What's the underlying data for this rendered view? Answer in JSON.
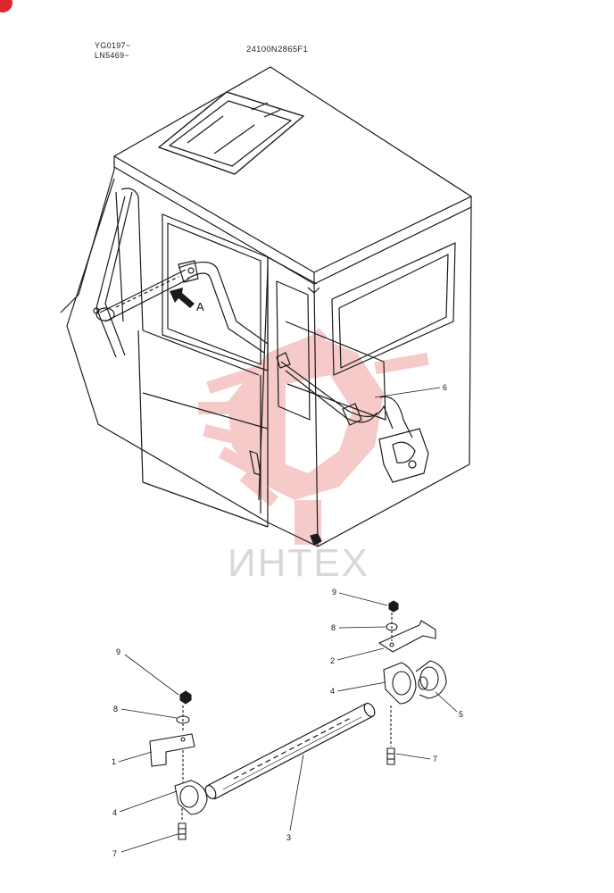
{
  "header": {
    "serial_line_1": "YG0197~",
    "serial_line_2": "LN5469~",
    "drawing_number": "24100N2865F1"
  },
  "view_label": "A",
  "watermark": {
    "text": "ИНТЕХ",
    "color": "#f2a0a0"
  },
  "parts": {
    "p1": "1",
    "p2": "2",
    "p3": "3",
    "p4a": "4",
    "p4b": "4",
    "p5": "5",
    "p6": "6",
    "p7a": "7",
    "p7b": "7",
    "p8a": "8",
    "p8b": "8",
    "p9a": "9",
    "p9b": "9"
  },
  "colors": {
    "line": "#1a1a1a",
    "badge": "#e0262e"
  }
}
